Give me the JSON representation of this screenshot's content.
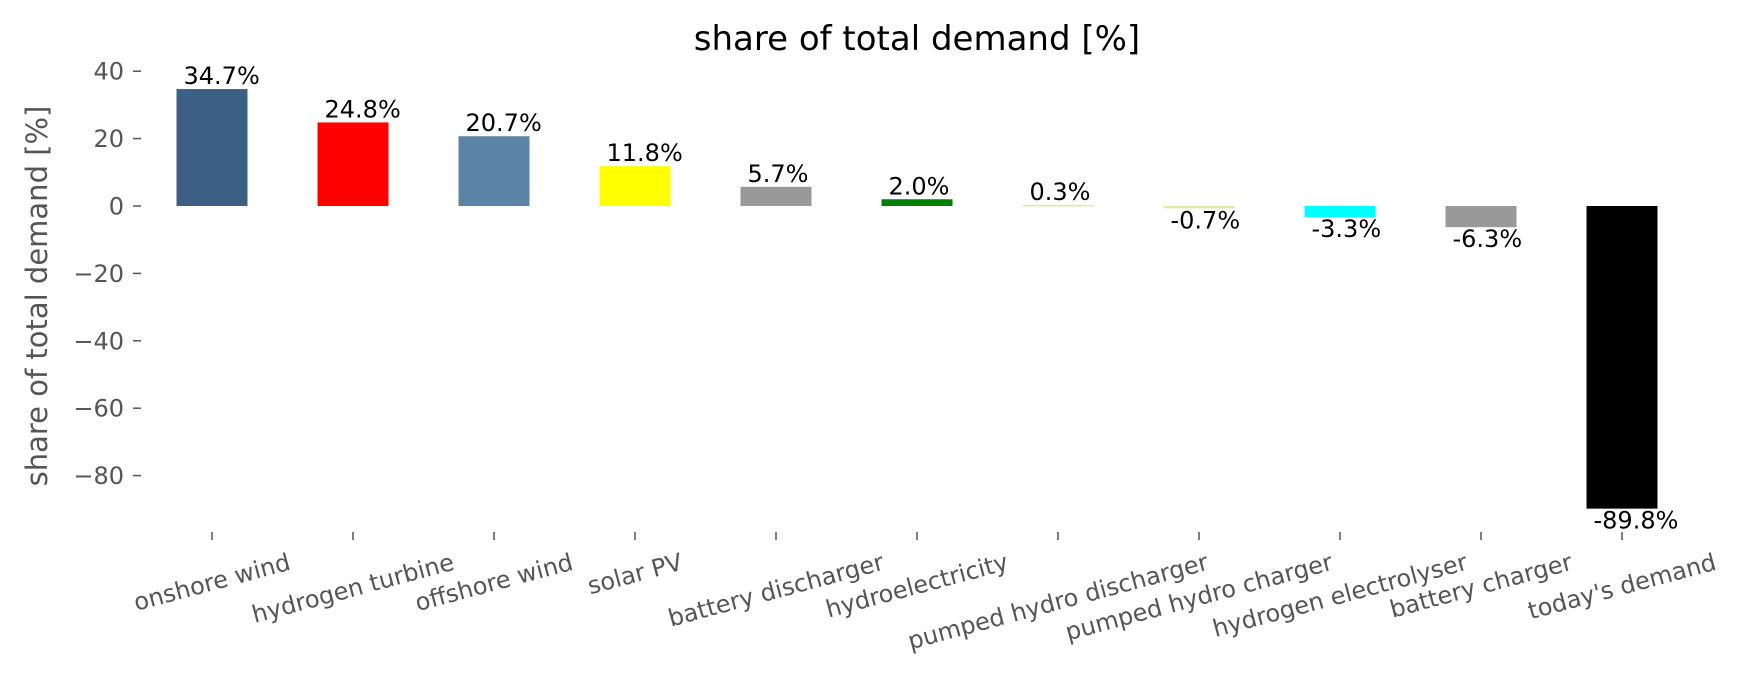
{
  "chart_data": {
    "type": "bar",
    "title": "share of total demand [%]",
    "xlabel": "",
    "ylabel": "share of total demand [%]",
    "ylim": [
      -97,
      44
    ],
    "yticks": [
      40,
      20,
      0,
      -20,
      -40,
      -60,
      -80
    ],
    "ytick_labels": [
      "40",
      "20",
      "0",
      "−20",
      "−40",
      "−60",
      "−80"
    ],
    "grid": false,
    "categories": [
      "onshore wind",
      "hydrogen turbine",
      "offshore wind",
      "solar PV",
      "battery discharger",
      "hydroelectricity",
      "pumped hydro discharger",
      "pumped hydro charger",
      "hydrogen electrolyser",
      "battery charger",
      "today's demand"
    ],
    "values": [
      34.7,
      24.8,
      20.7,
      11.8,
      5.7,
      2.0,
      0.3,
      -0.7,
      -3.3,
      -6.3,
      -89.8
    ],
    "data_labels": [
      "34.7%",
      "24.8%",
      "20.7%",
      "11.8%",
      "5.7%",
      "2.0%",
      "0.3%",
      "-0.7%",
      "-3.3%",
      "-6.3%",
      "-89.8%"
    ],
    "colors": [
      "#3c6083",
      "#ff0000",
      "#5b83a5",
      "#ffff00",
      "#999999",
      "#007f00",
      "#d4f0a8",
      "#d4f0a8",
      "#00ffff",
      "#999999",
      "#000000"
    ]
  }
}
